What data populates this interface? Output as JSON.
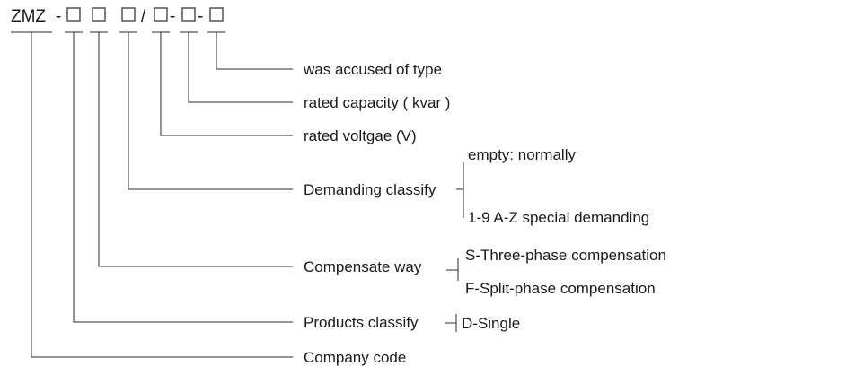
{
  "code": {
    "prefix": "ZMZ",
    "sep1": "-",
    "slash": "/",
    "sep2": "-",
    "sep3": "-"
  },
  "labels": {
    "was_accused_of_type": "was accused of type",
    "rated_capacity": "rated capacity ( kvar )",
    "rated_voltage": "rated voltgae (V)",
    "demanding_classify": "Demanding classify",
    "demanding_empty": "empty: normally",
    "demanding_special": "1-9 A-Z special demanding",
    "compensate_way": "Compensate way",
    "compensate_three": "S-Three-phase compensation",
    "compensate_split": "F-Split-phase compensation",
    "products_classify": "Products classify",
    "products_single": "D-Single",
    "company_code": "Company code"
  }
}
